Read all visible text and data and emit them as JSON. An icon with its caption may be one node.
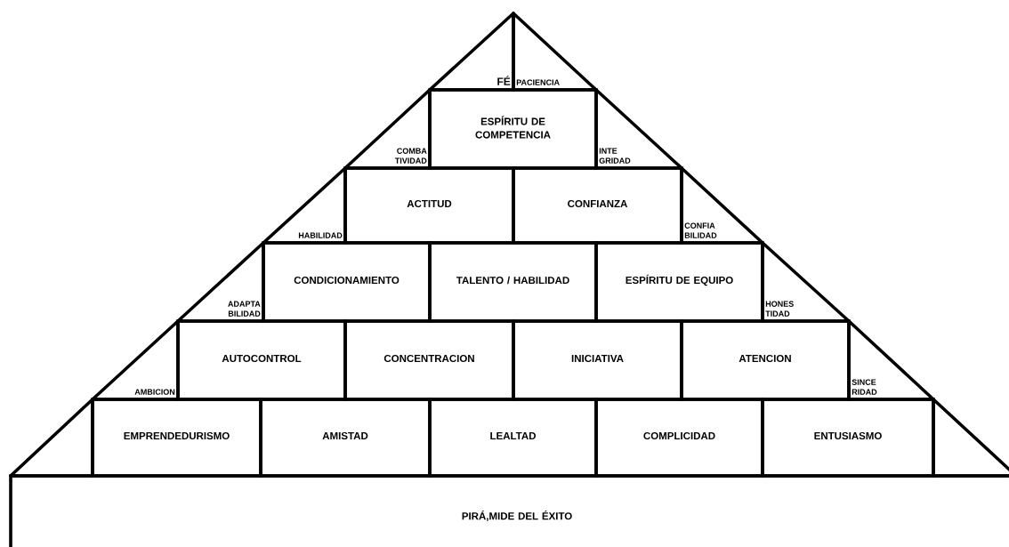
{
  "diagram": {
    "nodes": [
      {
        "text": [
          "FÉ"
        ]
      },
      {
        "text": [
          "PACIENCIA"
        ]
      },
      {
        "text": [
          "COMBA TIVIDAD"
        ]
      },
      {
        "text": [
          "ESPÍRITU DE COMPETENCIA"
        ]
      },
      {
        "text": [
          "INTE GRIDAD"
        ]
      },
      {
        "text": [
          "HABILIDAD"
        ]
      },
      {
        "text": [
          "ACTITUD"
        ]
      },
      {
        "text": [
          "CONFIANZA"
        ]
      },
      {
        "text": [
          "CONFIA BILIDAD"
        ]
      },
      {
        "text": [
          "ADAPTA BILIDAD"
        ]
      },
      {
        "text": [
          "CONDICIONAMIENTO"
        ]
      },
      {
        "text": [
          "TALENTO / HABILIDAD"
        ]
      },
      {
        "text": [
          "ESPÍRITU DE EQUIPO"
        ]
      },
      {
        "text": [
          "HONES TIDAD"
        ]
      },
      {
        "text": [
          "AMBICION"
        ]
      },
      {
        "text": [
          "AUTOCONTROL"
        ]
      },
      {
        "text": [
          "CONCENTRACION"
        ]
      },
      {
        "text": [
          "INICIATIVA"
        ]
      },
      {
        "text": [
          "ATENCION"
        ]
      },
      {
        "text": [
          "SINCE RIDAD"
        ]
      },
      {
        "text": [],
        "shape": "triangle"
      },
      {
        "text": [
          "EMPRENDEDURISMO"
        ]
      },
      {
        "text": [
          "AMISTAD"
        ]
      },
      {
        "text": [
          "LEALTAD"
        ]
      },
      {
        "text": [
          "COMPLICIDAD"
        ]
      },
      {
        "text": [
          "ENTUSIASMO"
        ]
      },
      {
        "text": [],
        "shape": "triangle"
      },
      {
        "text": [
          "PIRÁ,MIDE DEL ÉXITO"
        ]
      }
    ]
  }
}
